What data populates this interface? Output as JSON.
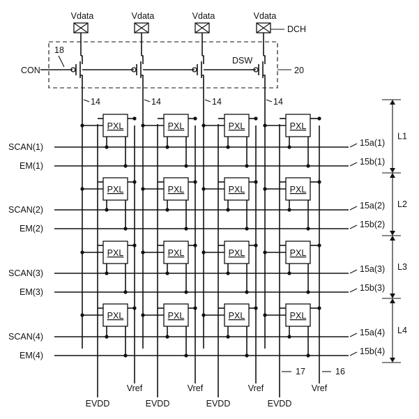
{
  "labels": {
    "vdata": "Vdata",
    "dch": "DCH",
    "con": "CON",
    "dsw": "DSW",
    "ref_18": "18",
    "ref_20": "20",
    "ref_14": "14",
    "ref_17": "17",
    "ref_16": "16",
    "pixel": "PXL",
    "evdd": "EVDD",
    "vref": "Vref"
  },
  "rows": [
    {
      "scan": "SCAN(1)",
      "em": "EM(1)",
      "scan_ref": "15a(1)",
      "em_ref": "15b(1)",
      "block": "L1"
    },
    {
      "scan": "SCAN(2)",
      "em": "EM(2)",
      "scan_ref": "15a(2)",
      "em_ref": "15b(2)",
      "block": "L2"
    },
    {
      "scan": "SCAN(3)",
      "em": "EM(3)",
      "scan_ref": "15a(3)",
      "em_ref": "15b(3)",
      "block": "L3"
    },
    {
      "scan": "SCAN(4)",
      "em": "EM(4)",
      "scan_ref": "15a(4)",
      "em_ref": "15b(4)",
      "block": "L4"
    }
  ]
}
